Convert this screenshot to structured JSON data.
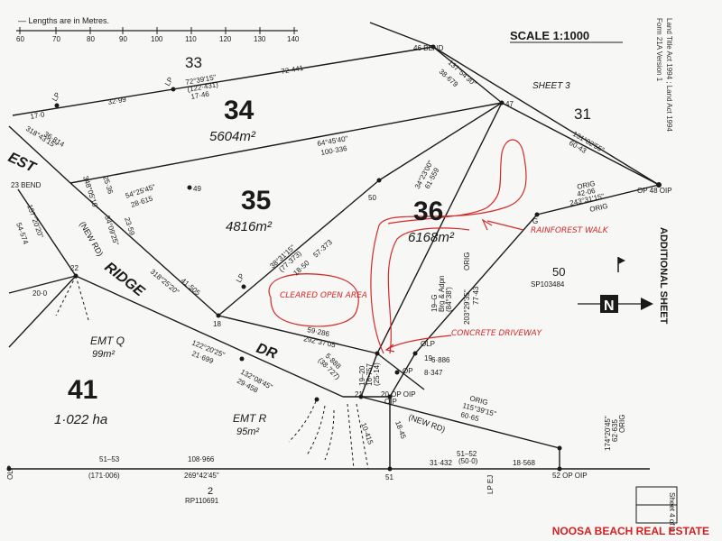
{
  "header": {
    "lengths_note": "— Lengths are in Metres.",
    "scale_ticks": [
      "60",
      "70",
      "80",
      "90",
      "100",
      "110",
      "120",
      "130",
      "140"
    ],
    "scale_label": "SCALE 1:1000",
    "sheet_label": "SHEET 3",
    "form_note_1": "Land Title Act 1994 ; Land Act 1994",
    "form_note_2": "Form 21A Version 1"
  },
  "lots": [
    {
      "id": "33",
      "area": ""
    },
    {
      "id": "34",
      "area": "5604m²"
    },
    {
      "id": "35",
      "area": "4816m²"
    },
    {
      "id": "36",
      "area": "6168m²"
    },
    {
      "id": "31",
      "area": ""
    },
    {
      "id": "41",
      "area": "1·022 ha"
    },
    {
      "id": "50",
      "area": "SP103484"
    },
    {
      "id": "2",
      "area": "RP110691"
    }
  ],
  "roads": {
    "ridge": "RIDGE",
    "dr": "DR",
    "new_rd_1": "(NEW RD)",
    "new_rd_2": "(NEW RD)",
    "west": "EST"
  },
  "bends": {
    "b46": "46 BEND",
    "b47": "47",
    "b48": "OP 48 OIP",
    "b49": "49",
    "b50": "50",
    "b18": "18",
    "b19": "19",
    "b20": "20 OP OIP",
    "b21": "21",
    "b22": "22",
    "b51": "51",
    "b52": "52 OP OIP",
    "b23": "23 BEND",
    "g": "G"
  },
  "measurements": {
    "m1": "72°39'15\"",
    "m2": "(122·431)",
    "m3": "17·46",
    "m4": "72·441",
    "m5": "32·99",
    "m6": "17·0",
    "m7": "137°54'30\"",
    "m8": "38·679",
    "m9": "131°02'55\"",
    "m10": "60·43",
    "m11": "64°45'40\"",
    "m12": "100·336",
    "m13": "54°25'45\"",
    "m14": "28·615",
    "m15": "34°23'00\"",
    "m16": "61·559",
    "m17": "38°31'15\"",
    "m18": "(77·373)",
    "m19": "57·373",
    "m20": "18·50",
    "m21": "ORIG",
    "m22": "42·06",
    "m23": "243°31'15\"",
    "m24": "ORIG",
    "m25": "59·286",
    "m26": "292°37'05\"",
    "m27": "122°20'25\"",
    "m28": "21·699",
    "m29": "132°08'45\"",
    "m30": "29·458",
    "m31": "318°25'20\"",
    "m32": "41·505",
    "m33": "348°05'10\"",
    "m34": "25·36",
    "m35": "34°09'25\"",
    "m36": "23·59",
    "m37": "157°20'20\"",
    "m38": "54·574",
    "m39": "20·0",
    "m40": "318°43'15\"",
    "m41": "36·814",
    "m42": "115°39'15\"",
    "m43": "60·65",
    "m44": "ORIG",
    "m45": "51–53",
    "m46": "(171·006)",
    "m47": "108·966",
    "m48": "269°42'45\"",
    "m49": "31·432",
    "m50": "18·568",
    "m51": "51–52",
    "m52": "(50·0)",
    "m53": "6·886",
    "m54": "8·347",
    "m55": "16·757",
    "m56": "(25·14)",
    "m57": "19–20",
    "m58": "203°29'35\"",
    "m59": "77·43",
    "m60": "ORIG",
    "m61": "19–G",
    "m62": "Brg & Adpn",
    "m63": "(84°38')",
    "m64": "174°20'45\"",
    "m65": "62·635",
    "m66": "ORIG",
    "m67": "5·888",
    "m68": "(38·727)",
    "m69": "10·415",
    "m70": "18·45"
  },
  "easements": {
    "emt_q": "EMT Q",
    "emt_q_area": "99m²",
    "emt_r": "EMT R",
    "emt_r_area": "95m²"
  },
  "annotations": {
    "rainforest": "RAINFOREST WALK",
    "cleared": "CLEARED OPEN AREA",
    "driveway": "CONCRETE DRIVEWAY"
  },
  "side_labels": {
    "additional": "ADDITIONAL SHEET",
    "sheet_no": "Sheet 4 of 4",
    "north": "N"
  },
  "markers": {
    "olp": "OLP",
    "lp": "LP",
    "op": "OP",
    "oip": "OIP",
    "lp_ej": "LP EJ"
  },
  "brand": "NOOSA BEACH REAL ESTATE",
  "colors": {
    "ink": "#1a1a1a",
    "red": "#d42a2a",
    "paper": "#f7f7f5"
  }
}
